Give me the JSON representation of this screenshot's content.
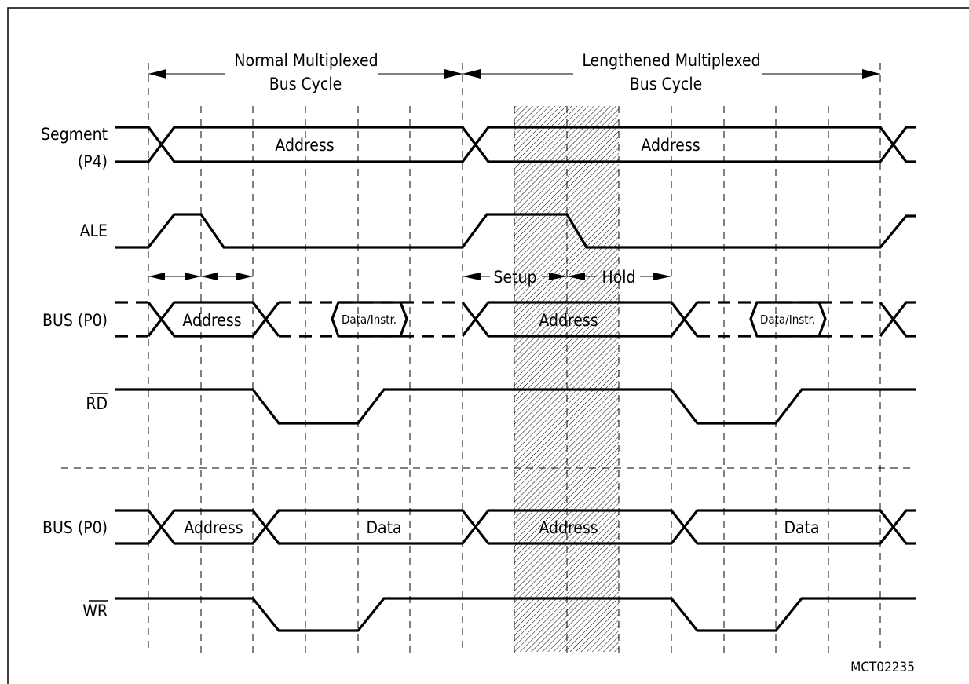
{
  "signals": {
    "segment_line1": "Segment",
    "segment_line2": "(P4)",
    "ale": "ALE",
    "bus_read": "BUS (P0)",
    "rd": "RD",
    "bus_write": "BUS (P0)",
    "wr": "WR"
  },
  "cycles": {
    "normal_line1": "Normal Multiplexed",
    "normal_line2": "Bus Cycle",
    "lengthened_line1": "Lengthened Multiplexed",
    "lengthened_line2": "Bus Cycle"
  },
  "values": {
    "segment_address_1": "Address",
    "segment_address_2": "Address",
    "bus_read_address_1": "Address",
    "bus_read_data_1": "Data/Instr.",
    "bus_read_address_2": "Address",
    "bus_read_data_2": "Data/Instr.",
    "bus_write_address_1": "Address",
    "bus_write_data_1": "Data",
    "bus_write_address_2": "Address",
    "bus_write_data_2": "Data"
  },
  "timing": {
    "setup": "Setup",
    "hold": "Hold"
  },
  "figure_id": "MCT02235"
}
